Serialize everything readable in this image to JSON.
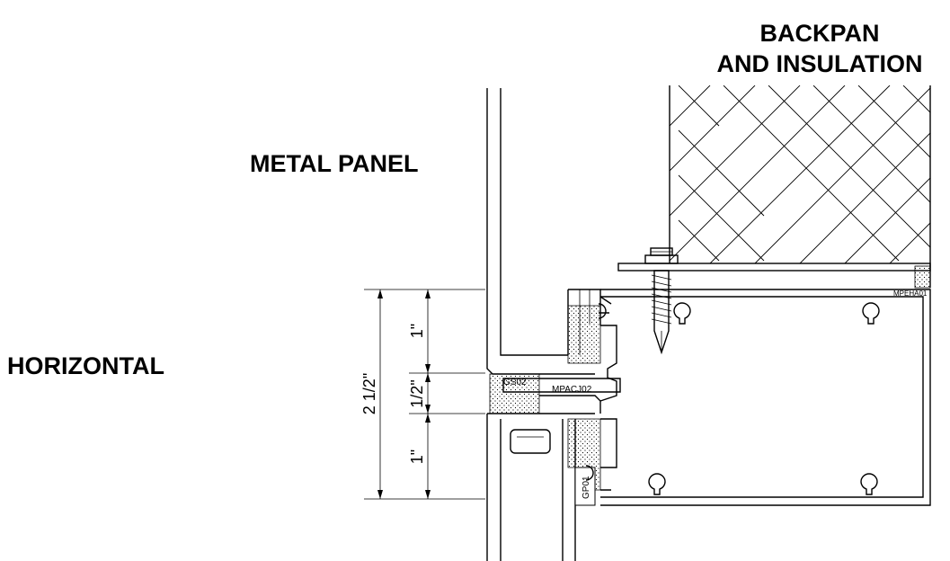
{
  "labels": {
    "backpan_line1": "BACKPAN",
    "backpan_line2": "AND INSULATION",
    "metal_panel": "METAL PANEL",
    "horizontal": "HORIZONTAL"
  },
  "dimensions": {
    "overall": "2 1/2\"",
    "top": "1\"",
    "middle": "1/2\"",
    "bottom": "1\""
  },
  "part_tags": {
    "gs": "GS02",
    "mpacj": "MPACJ02",
    "mpeha": "MPEHA01",
    "gp": "GP01"
  }
}
